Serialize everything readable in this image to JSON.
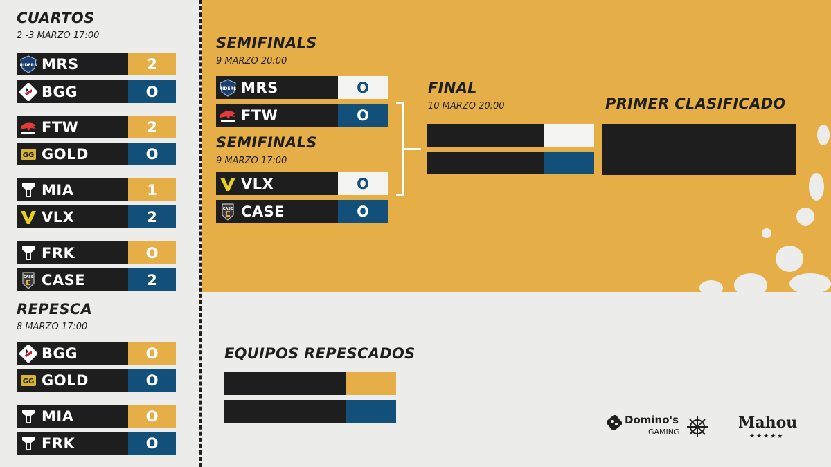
{
  "colors": {
    "yellow": "#e6ae46",
    "blue": "#125079",
    "dark": "#1e1e1e",
    "light": "#ececea"
  },
  "cuartos": {
    "title": "CUARTOS",
    "date": "2 -3 MARZO  17:00",
    "matches": [
      [
        {
          "team": "MRS",
          "score": "2",
          "logo": "riders-logo"
        },
        {
          "team": "BGG",
          "score": "O",
          "logo": "bgg-logo"
        }
      ],
      [
        {
          "team": "FTW",
          "score": "2",
          "logo": "ftw-logo"
        },
        {
          "team": "GOLD",
          "score": "O",
          "logo": "gold-logo"
        }
      ],
      [
        {
          "team": "MIA",
          "score": "1",
          "logo": "mia-logo"
        },
        {
          "team": "VLX",
          "score": "2",
          "logo": "vlx-logo"
        }
      ],
      [
        {
          "team": "FRK",
          "score": "O",
          "logo": "frk-logo"
        },
        {
          "team": "CASE",
          "score": "2",
          "logo": "case-logo"
        }
      ]
    ]
  },
  "repesca": {
    "title": "REPESCA",
    "date": "8 MARZO  17:00",
    "matches": [
      [
        {
          "team": "BGG",
          "score": "O",
          "logo": "bgg-logo"
        },
        {
          "team": "GOLD",
          "score": "O",
          "logo": "gold-logo"
        }
      ],
      [
        {
          "team": "MIA",
          "score": "O",
          "logo": "mia-logo"
        },
        {
          "team": "FRK",
          "score": "O",
          "logo": "frk-logo"
        }
      ]
    ]
  },
  "semifinal1": {
    "title": "SEMIFINALS",
    "date": "9 MARZO  20:00",
    "teams": [
      {
        "team": "MRS",
        "score": "O",
        "logo": "riders-logo"
      },
      {
        "team": "FTW",
        "score": "O",
        "logo": "ftw-logo"
      }
    ]
  },
  "semifinal2": {
    "title": "SEMIFINALS",
    "date": "9 MARZO  17:00",
    "teams": [
      {
        "team": "VLX",
        "score": "O",
        "logo": "vlx-logo"
      },
      {
        "team": "CASE",
        "score": "O",
        "logo": "case-logo"
      }
    ]
  },
  "final": {
    "title": "FINAL",
    "date": "10 MARZO 20:00"
  },
  "winner": {
    "title": "PRIMER CLASIFICADO"
  },
  "repescados": {
    "title": "EQUIPOS REPESCADOS"
  },
  "sponsors": {
    "dominos_line1": "Domino's",
    "dominos_line2": "GAMING",
    "mahou": "Mahou",
    "mahou_stars": "★★★★★"
  }
}
